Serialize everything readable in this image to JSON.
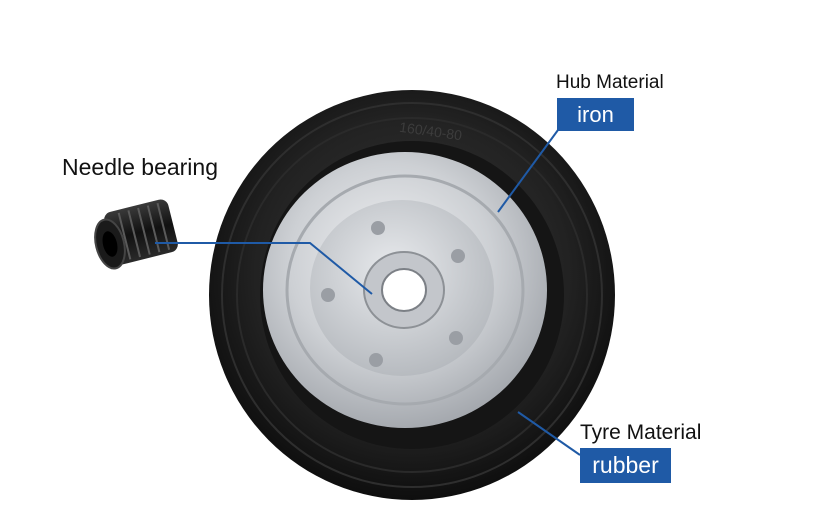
{
  "labels": {
    "needle_bearing": "Needle bearing",
    "hub_material": "Hub Material",
    "hub_value": "iron",
    "tyre_material": "Tyre Material",
    "tyre_value": "rubber"
  },
  "tyre_marking": "160/40-80",
  "colors": {
    "badge": "#1f5aa6",
    "leader_line": "#1f5aa6",
    "tyre": "#1b1b1b",
    "hub": "#c9ccd0"
  }
}
